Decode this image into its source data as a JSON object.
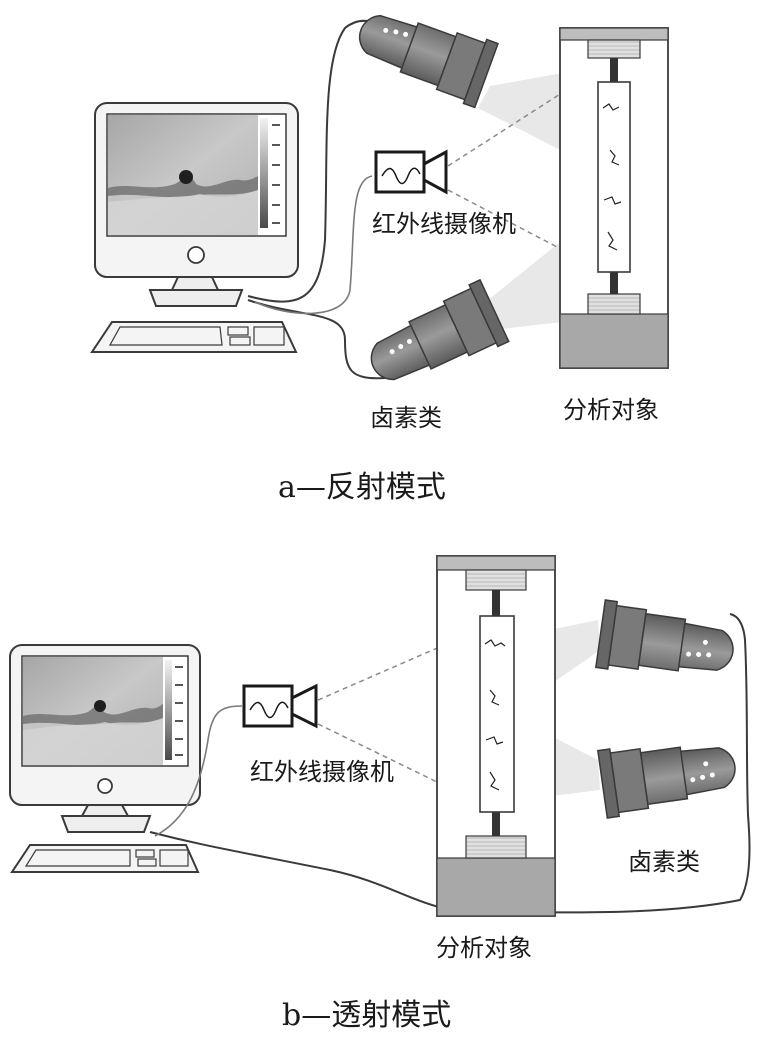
{
  "panel_a": {
    "caption": "a—反射模式",
    "camera_label": "红外线摄像机",
    "lamp_label": "卤素类",
    "specimen_label": "分析对象"
  },
  "panel_b": {
    "caption": "b—透射模式",
    "camera_label": "红外线摄像机",
    "lamp_label": "卤素类",
    "specimen_label": "分析对象"
  },
  "colors": {
    "line": "#3a3a3a",
    "lamp_body": "#8a8a8a",
    "lamp_dark": "#5a5a5a",
    "frame_gray": "#bdbdbd",
    "base_gray": "#a8a8a8",
    "beam": "#e6e6e6",
    "thermal_bg": "#b9b9b9",
    "crack": "#3c3c3c"
  }
}
